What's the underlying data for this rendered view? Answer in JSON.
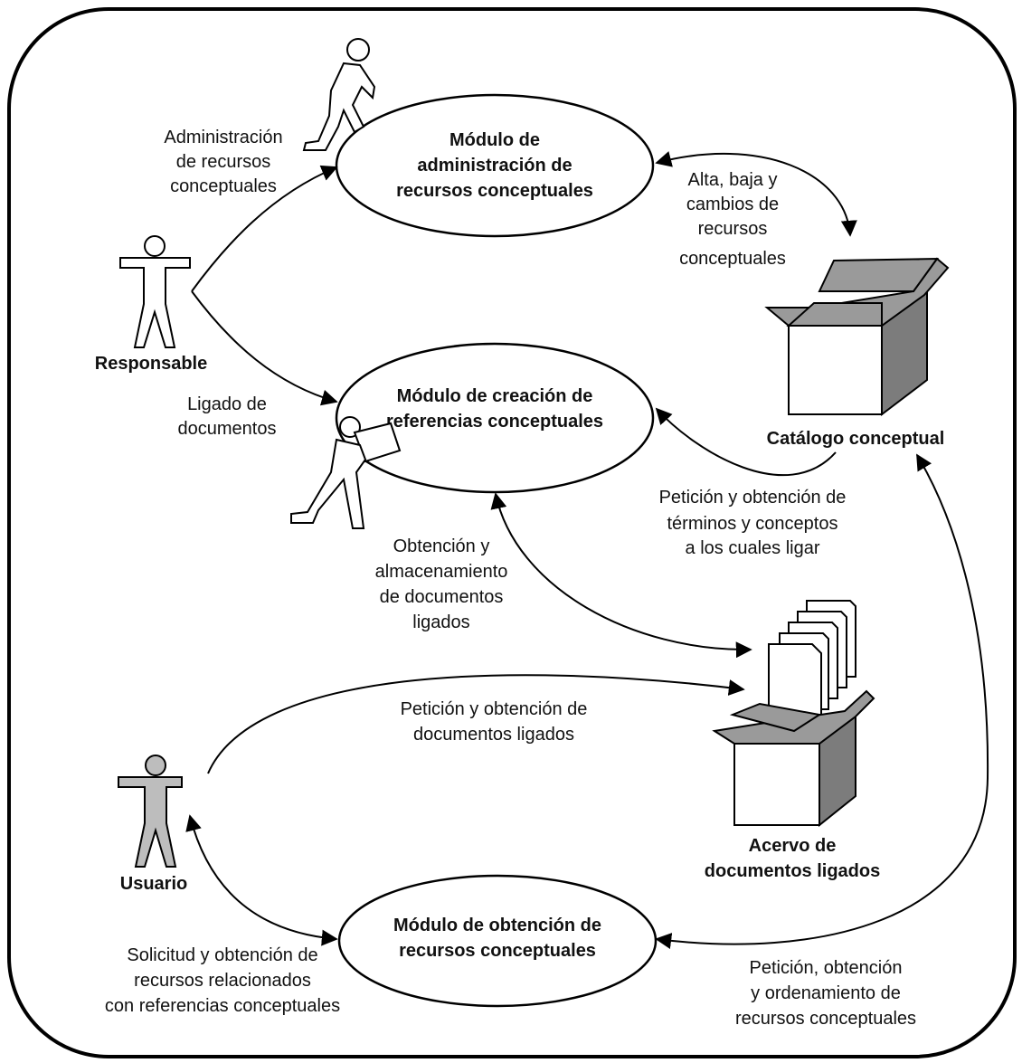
{
  "actors": {
    "responsable": "Responsable",
    "usuario": "Usuario"
  },
  "modules": {
    "admin": [
      "Módulo de",
      "administración de",
      "recursos conceptuales"
    ],
    "creacion": [
      "Módulo de creación de",
      "referencias conceptuales"
    ],
    "obtencion": [
      "Módulo de obtención de",
      "recursos conceptuales"
    ]
  },
  "stores": {
    "catalogo": "Catálogo conceptual",
    "acervo": [
      "Acervo de",
      "documentos ligados"
    ]
  },
  "flows": {
    "administracion": [
      "Administración",
      "de recursos",
      "conceptuales"
    ],
    "ligado": [
      "Ligado de",
      "documentos"
    ],
    "alta_baja": [
      "Alta, baja y",
      "cambios de",
      "recursos",
      "conceptuales"
    ],
    "peticion_terminos": [
      "Petición y obtención de",
      "términos y conceptos",
      "a los cuales ligar"
    ],
    "obtencion_almacenamiento": [
      "Obtención y",
      "almacenamiento",
      "de documentos",
      "ligados"
    ],
    "peticion_documentos": [
      "Petición y obtención de",
      "documentos ligados"
    ],
    "solicitud": [
      "Solicitud y obtención de",
      "recursos relacionados",
      "con referencias conceptuales"
    ],
    "peticion_ordenamiento": [
      "Petición, obtención",
      "y ordenamiento de",
      "recursos conceptuales"
    ]
  },
  "colors": {
    "box_face": "#9a9a9a",
    "box_dark": "#7c7c7c",
    "line": "#000000"
  }
}
